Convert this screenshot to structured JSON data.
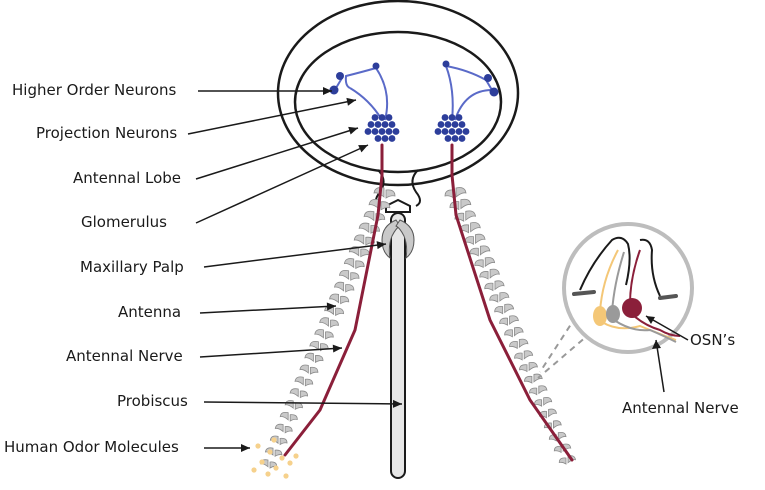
{
  "labels": {
    "higher_order_neurons": "Higher Order Neurons",
    "projection_neurons": "Projection Neurons",
    "antennal_lobe": "Antennal Lobe",
    "glomerulus": "Glomerulus",
    "maxillary_palp": "Maxillary Palp",
    "antenna": "Antenna",
    "antennal_nerve": "Antennal Nerve",
    "probiscus": "Probiscus",
    "human_odor_molecules": "Human Odor Molecules",
    "osns": "OSN’s",
    "inset_antennal_nerve": "Antennal Nerve"
  },
  "colors": {
    "neuron_blue": "#2d3e9b",
    "neuron_line": "#5a6ac8",
    "nerve_red": "#8b1f3a",
    "segment_gray": "#c9c9c9",
    "molecule_yellow": "#f6d18c",
    "osn_yellow": "#f4c777",
    "osn_gray": "#9a9a9a",
    "outline": "#1a1a1a"
  }
}
